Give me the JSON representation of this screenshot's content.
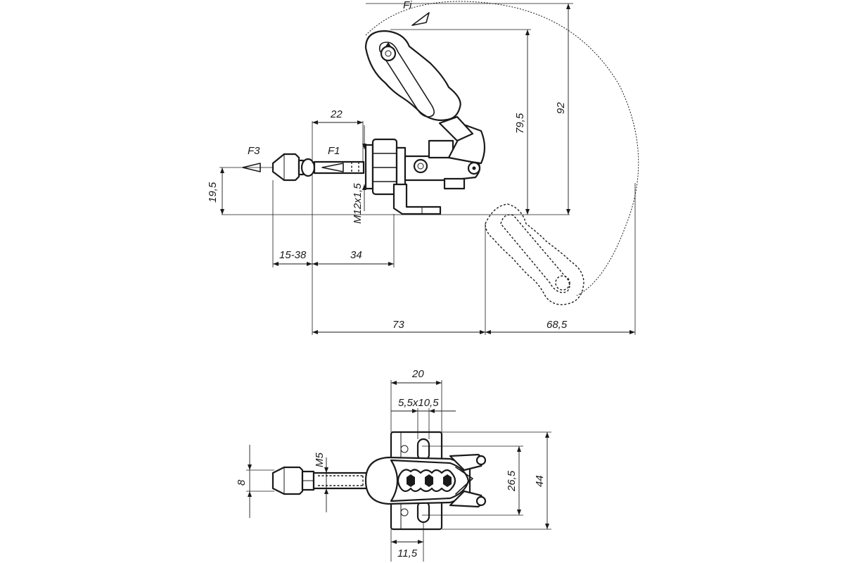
{
  "side_view": {
    "dimensions": {
      "d22": "22",
      "d79_5": "79,5",
      "d92": "92",
      "d19_5": "19,5",
      "thread": "M12x1,5",
      "d15_38": "15-38",
      "d34": "34",
      "d73": "73",
      "d68_5": "68,5"
    },
    "forces": {
      "f3": "F3",
      "f1": "F1",
      "fi": "Fi"
    }
  },
  "top_view": {
    "dimensions": {
      "d20": "20",
      "slot": "5,5x10,5",
      "m5": "M5",
      "d8": "8",
      "d26_5": "26,5",
      "d44": "44",
      "d11_5": "11,5"
    }
  }
}
